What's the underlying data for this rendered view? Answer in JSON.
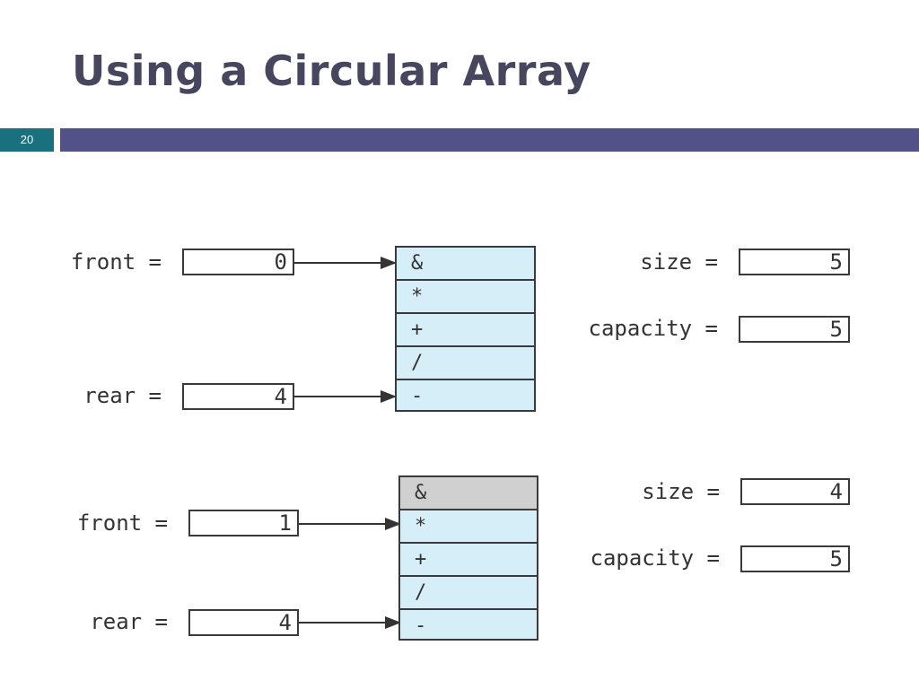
{
  "slide": {
    "title": "Using a Circular Array",
    "number": "20"
  },
  "colors": {
    "title": "#46465f",
    "header_bar": "#535288",
    "slide_number_box": "#19707e",
    "cell_fill": "#d6eef8",
    "empty_cell_fill": "#d0d0d0"
  },
  "labels": {
    "front": "front =",
    "rear": "rear =",
    "size": "size =",
    "capacity": "capacity ="
  },
  "diagrams": [
    {
      "front": "0",
      "rear": "4",
      "size": "5",
      "capacity": "5",
      "cells": [
        "&",
        "*",
        "+",
        "/",
        "-"
      ],
      "empty_cells": []
    },
    {
      "front": "1",
      "rear": "4",
      "size": "4",
      "capacity": "5",
      "cells": [
        "&",
        "*",
        "+",
        "/",
        "-"
      ],
      "empty_cells": [
        0
      ]
    }
  ]
}
